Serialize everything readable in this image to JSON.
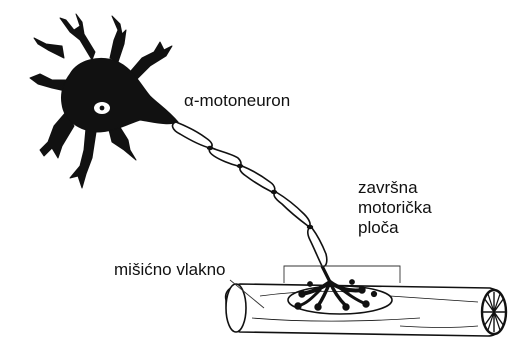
{
  "labels": {
    "motoneuron": "α-motoneuron",
    "end_plate": [
      "završna",
      "motorička",
      "ploča"
    ],
    "muscle_fiber": "mišićno vlakno"
  },
  "colors": {
    "ink": "#111111",
    "background": "#ffffff",
    "soma_nucleus": "#ffffff"
  }
}
